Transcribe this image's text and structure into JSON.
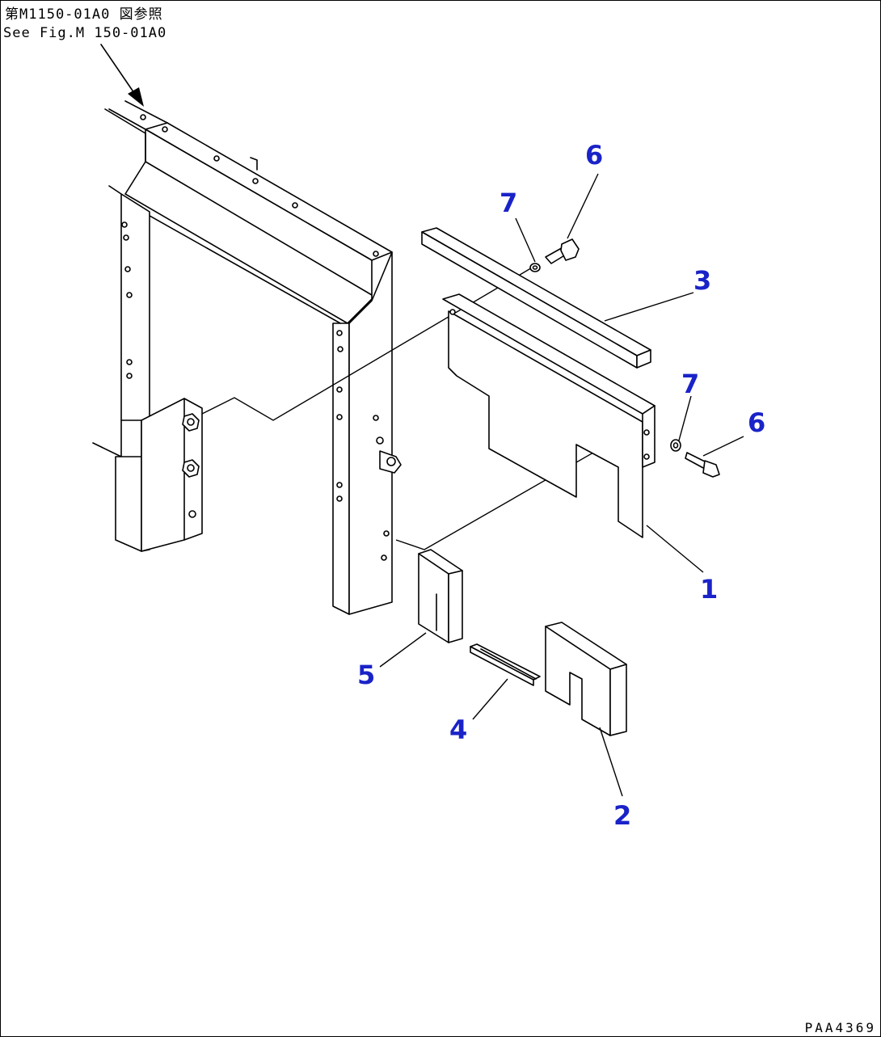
{
  "reference": {
    "jp": "第M1150-01A0 図参照",
    "en": "See Fig.M 150-01A0"
  },
  "drawing_code": "PAA4369",
  "callouts": {
    "c1": "1",
    "c2": "2",
    "c3": "3",
    "c4": "4",
    "c5": "5",
    "c6_upper": "6",
    "c6_lower": "6",
    "c7_upper": "7",
    "c7_lower": "7"
  },
  "colors": {
    "callout": "#1a23c8",
    "line": "#000000"
  }
}
